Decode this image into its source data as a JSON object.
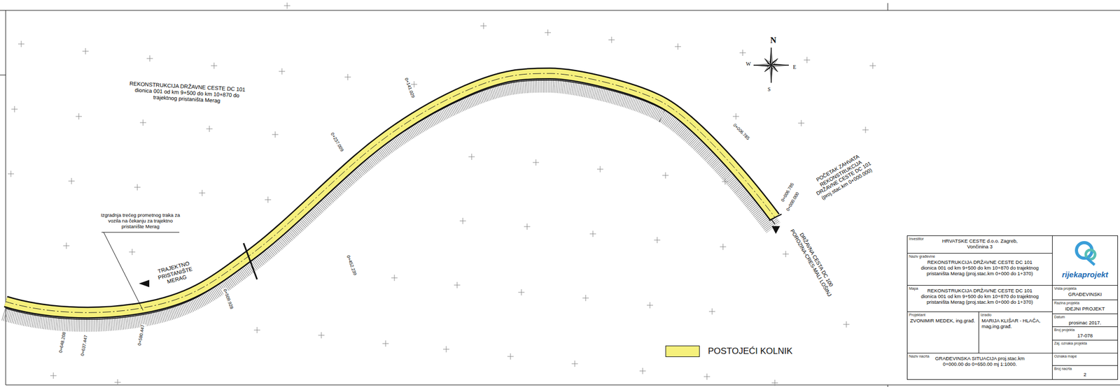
{
  "diagram": {
    "nodes": [
      {
        "text": [
          "Investitor",
          "HRVATSKE CESTE d.o.o. Zagreb, Vončinina 3"
        ]
      },
      {
        "text": [
          "Naziv građevine",
          "REKONSTRUKCIJA DRŽAVNE CESTE DC 101 dionica 001 od km 9+500 do km 10+870 do trajektnog pristaništa Merag (proj.stac.km 0+000 do 1+370)"
        ]
      },
      {
        "text": [
          "Mapa",
          "REKONSTRUKCIJA DRŽAVNE CESTE DC 101 dionica 001 od km 9+500 do km 10+870 do trajektnog pristaništa Merag (proj.stac.km 0+000 do 1+370)"
        ]
      },
      {
        "text": [
          "Projektant",
          "ZVONIMIR MEDEK, ing.građ."
        ]
      },
      {
        "text": [
          "Izradio",
          "MARIJA KLIŠAR - HLAČA, mag.ing.građ."
        ]
      },
      {
        "text": [
          "Naziv nacrta",
          "GRAĐEVINSKA SITUACIJA proj.stac.km 0+000.00 do 0+650.00 mj 1:1000."
        ]
      },
      {
        "text": [
          "rijekaprojekt"
        ]
      },
      {
        "text": [
          "Vrsta projekta",
          "GRAĐEVINSKI"
        ]
      },
      {
        "text": [
          "Razina projekta",
          "IDEJNI PROJEKT"
        ]
      },
      {
        "text": [
          "Datum",
          "prosinac 2017."
        ]
      },
      {
        "text": [
          "Broj projekta",
          "17-078"
        ]
      },
      {
        "text": [
          "Zaj. oznaka projekta"
        ]
      },
      {
        "text": [
          "Oznaka mape"
        ]
      },
      {
        "text": [
          "Broj nacrta",
          "2"
        ]
      }
    ],
    "labels": [
      "REKONSTRUKCIJA DRŽAVNE CESTE DC 101 dionica 001 od km 9+500 do km 10+870 do trajektnog pristaništa Merag",
      "Izgradnja trećeg prometnog traka za vozila na čekanju za trajektno pristanište Merag",
      "TRAJEKTNO PRISTANIŠTE MERAG",
      "POČETAK ZAHVATA REKONSTRUKCIJA DRŽAVNE CESTE DC 101 (proj.stac.km 0+000.000)",
      "DRŽAVNA CESTA DC 100 POROZINA-CRES-MALI LOŠINJ",
      "0+006.785",
      "0+006.785",
      "0+000.000",
      "0+141.029",
      "0+237.009",
      "0+452.239",
      "0+509.928",
      "0+580.447",
      "0+637.447",
      "0+648.208",
      "N",
      "E",
      "S",
      "W"
    ],
    "legend": [
      {
        "text": "POSTOJEĆI KOLNIK",
        "color": "#f6f07c"
      }
    ]
  }
}
